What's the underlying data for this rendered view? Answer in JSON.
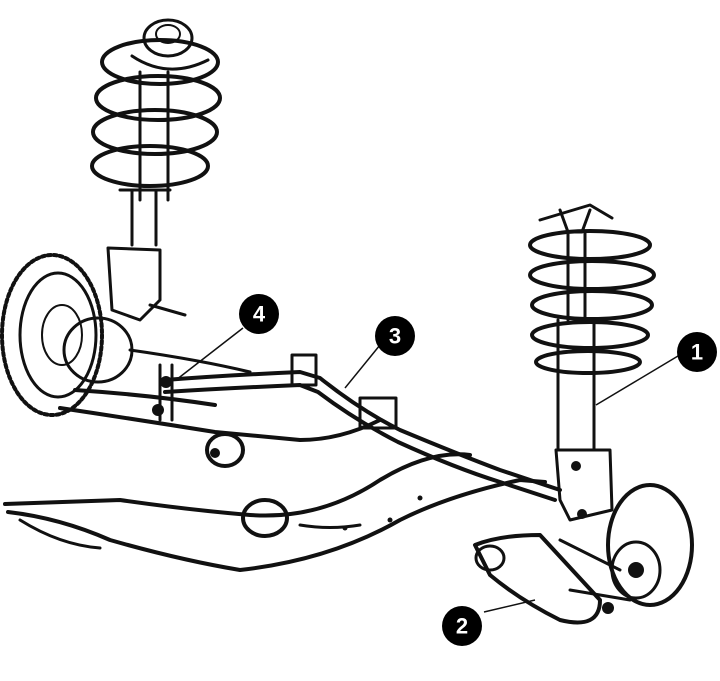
{
  "diagram": {
    "callouts": [
      {
        "id": "1",
        "label": "1"
      },
      {
        "id": "2",
        "label": "2"
      },
      {
        "id": "3",
        "label": "3"
      },
      {
        "id": "4",
        "label": "4"
      }
    ],
    "colors": {
      "ink": "#111111",
      "background": "#ffffff",
      "callout_fill": "#000000",
      "callout_text": "#ffffff"
    }
  }
}
